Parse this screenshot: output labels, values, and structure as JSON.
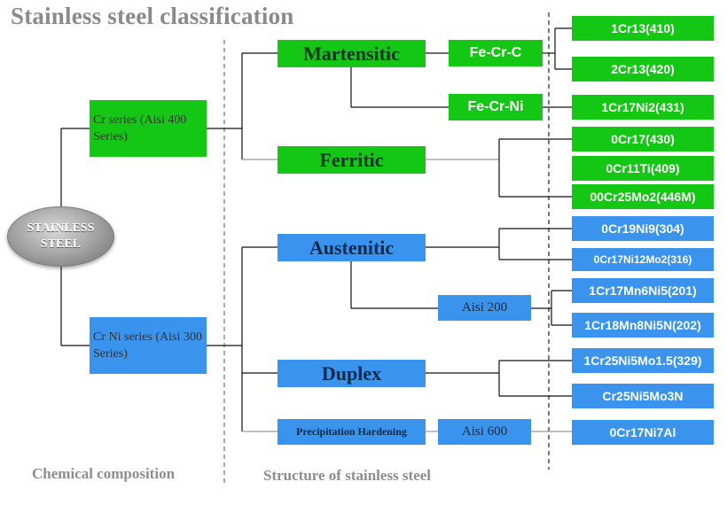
{
  "title": "Stainless steel classification",
  "root": "STAINLESS STEEL",
  "series": {
    "cr": "Cr series (Aisi 400 Series)",
    "crni": "Cr Ni series (Aisi 300 Series)"
  },
  "structures": {
    "martensitic": "Martensitic",
    "ferritic": "Ferritic",
    "austenitic": "Austenitic",
    "duplex": "Duplex",
    "precipitation": "Precipitation Hardening"
  },
  "chemistry": {
    "fe_cr_c": "Fe-Cr-C",
    "fe_cr_ni": "Fe-Cr-Ni",
    "aisi200": "Aisi 200",
    "aisi600": "Aisi 600"
  },
  "grades": [
    "1Cr13(410)",
    "2Cr13(420)",
    "1Cr17Ni2(431)",
    "0Cr17(430)",
    "0Cr11Ti(409)",
    "00Cr25Mo2(446M)",
    "0Cr19Ni9(304)",
    "0Cr17Ni12Mo2(316)",
    "1Cr17Mn6Ni5(201)",
    "1Cr18Mn8Ni5N(202)",
    "1Cr25Ni5Mo1.5(329)",
    "Cr25Ni5Mo3N",
    "0Cr17Ni7Al"
  ],
  "footer": {
    "left": "Chemical composition",
    "right": "Structure of stainless steel"
  },
  "colors": {
    "green": "#15c715",
    "blue": "#3a93ed",
    "title_gray": "#8a8a8a"
  }
}
